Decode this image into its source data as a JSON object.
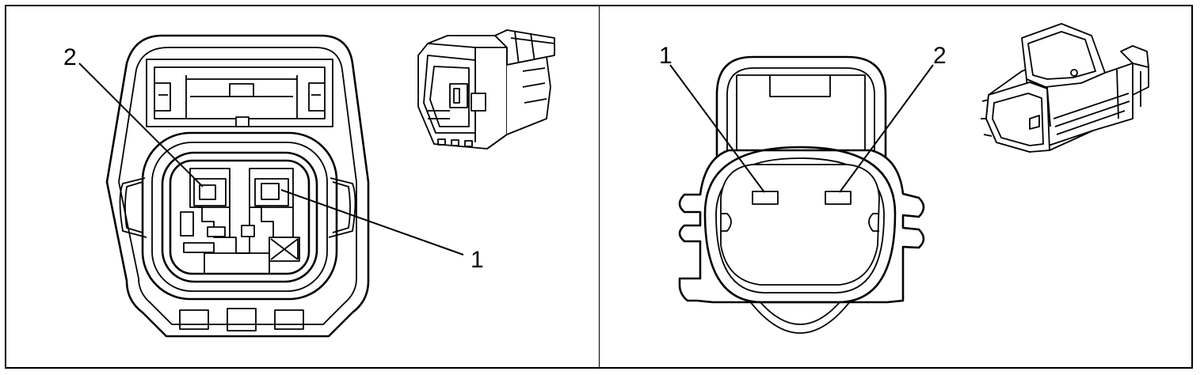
{
  "left_panel": {
    "callouts": [
      {
        "label": "2"
      },
      {
        "label": "1"
      }
    ]
  },
  "right_panel": {
    "callouts": [
      {
        "label": "1"
      },
      {
        "label": "2"
      }
    ]
  },
  "colors": {
    "line": "#000000",
    "background": "#ffffff"
  }
}
